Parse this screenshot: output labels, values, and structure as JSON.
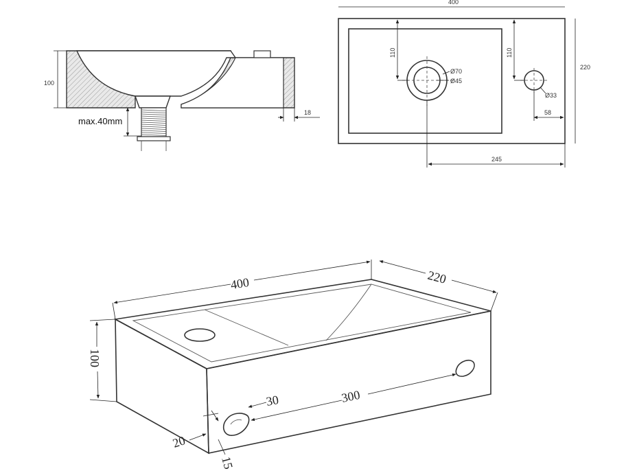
{
  "section": {
    "labels": {
      "height": "100",
      "max_drain": "max.40mm",
      "wall": "18"
    }
  },
  "plan": {
    "labels": {
      "width": "400",
      "depth": "220",
      "drain_offset_y": "110",
      "tap_offset_y": "110",
      "drain_outer": "Ø70",
      "drain_inner": "Ø45",
      "tap_hole": "Ø33",
      "tap_offset_x": "58",
      "drain_offset_x": "245"
    }
  },
  "iso": {
    "labels": {
      "width": "400",
      "depth": "220",
      "height": "100",
      "slot_length": "30",
      "slot_spacing": "300",
      "slot_offset": "20",
      "slot_height": "15"
    }
  }
}
